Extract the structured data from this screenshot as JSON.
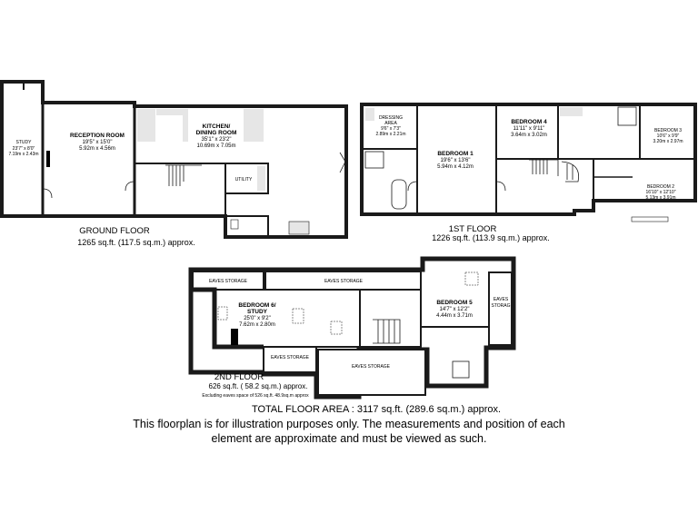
{
  "colors": {
    "wall": "#1a1a1a",
    "floor": "#ffffff",
    "fixture": "#e6e6e6",
    "dark": "#000000"
  },
  "ground_floor": {
    "title": "GROUND FLOOR",
    "area": "1265 sq.ft. (117.5 sq.m.) approx.",
    "rooms": [
      {
        "name": "STUDY",
        "dims_imperial": "23'7\" x 8'0\"",
        "dims_metric": "7.19m x 2.43m"
      },
      {
        "name": "RECEPTION ROOM",
        "dims_imperial": "19'5\" x 15'0\"",
        "dims_metric": "5.92m x 4.56m"
      },
      {
        "name": "KITCHEN/",
        "name2": "DINING ROOM",
        "dims_imperial": "35'1\" x 23'2\"",
        "dims_metric": "10.69m x 7.05m"
      },
      {
        "name": "UTILITY"
      }
    ]
  },
  "first_floor": {
    "title": "1ST FLOOR",
    "area": "1226 sq.ft. (113.9 sq.m.) approx.",
    "rooms": [
      {
        "name": "DRESSING",
        "name2": "AREA",
        "dims_imperial": "9'6\" x 7'3\"",
        "dims_metric": "2.89m x 2.21m"
      },
      {
        "name": "BEDROOM 1",
        "dims_imperial": "19'6\" x 13'6\"",
        "dims_metric": "5.94m x 4.12m"
      },
      {
        "name": "BEDROOM 4",
        "dims_imperial": "11'11\" x 9'11\"",
        "dims_metric": "3.64m x 3.02m"
      },
      {
        "name": "BEDROOM 3",
        "dims_imperial": "10'6\" x 9'9\"",
        "dims_metric": "3.20m x 2.97m"
      },
      {
        "name": "BEDROOM 2",
        "dims_imperial": "16'10\" x 12'10\"",
        "dims_metric": "5.13m x 3.91m"
      }
    ]
  },
  "second_floor": {
    "title": "2ND FLOOR",
    "area": "626 sq.ft. ( 58.2 sq.m.) approx.",
    "excluding": "Excluding eaves space of 526 sq.ft. 48.9sq.m approx",
    "rooms": [
      {
        "name": "BEDROOM 6/",
        "name2": "STUDY",
        "dims_imperial": "25'0\" x 9'2\"",
        "dims_metric": "7.62m x 2.80m"
      },
      {
        "name": "BEDROOM 5",
        "dims_imperial": "14'7\" x 12'2\"",
        "dims_metric": "4.44m x 3.71m"
      }
    ],
    "eaves": [
      "EAVES STORAGE",
      "EAVES STORAGE",
      "EAVES STORAGE",
      "EAVES STORAGE",
      "EAVES",
      "STORAG"
    ]
  },
  "footer": {
    "total": "TOTAL FLOOR AREA : 3117 sq.ft. (289.6 sq.m.) approx.",
    "disclaimer_1": "This floorplan is for illustration purposes only. The measurements and position of each",
    "disclaimer_2": "element are approximate and must be viewed as such."
  }
}
